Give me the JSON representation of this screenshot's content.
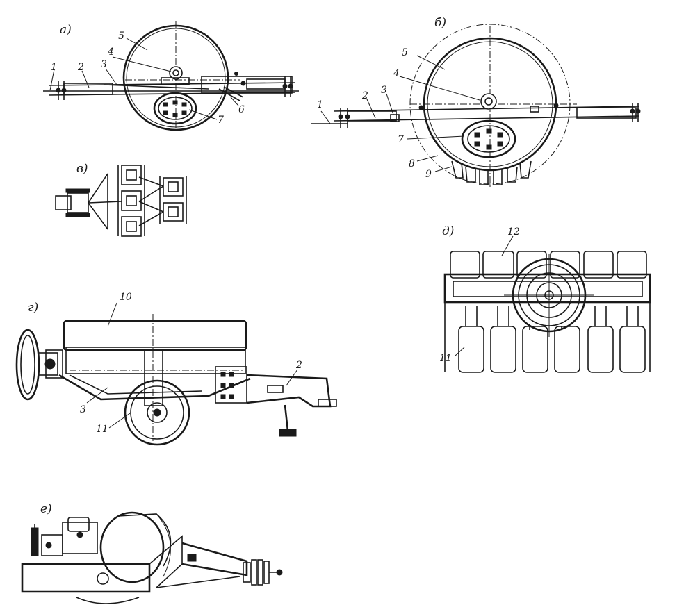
{
  "figure": {
    "panels": {
      "a": {
        "title": "а)",
        "labels": [
          "1",
          "2",
          "3",
          "4",
          "5",
          "6",
          "7"
        ]
      },
      "b": {
        "title": "б)",
        "labels": [
          "1",
          "2",
          "3",
          "4",
          "5",
          "7",
          "8",
          "9"
        ]
      },
      "v": {
        "title": "в)"
      },
      "g": {
        "title": "г)",
        "labels": [
          "10",
          "2",
          "3",
          "11"
        ]
      },
      "d": {
        "title": "д)",
        "labels": [
          "12",
          "11"
        ]
      },
      "e": {
        "title": "е)"
      }
    }
  }
}
